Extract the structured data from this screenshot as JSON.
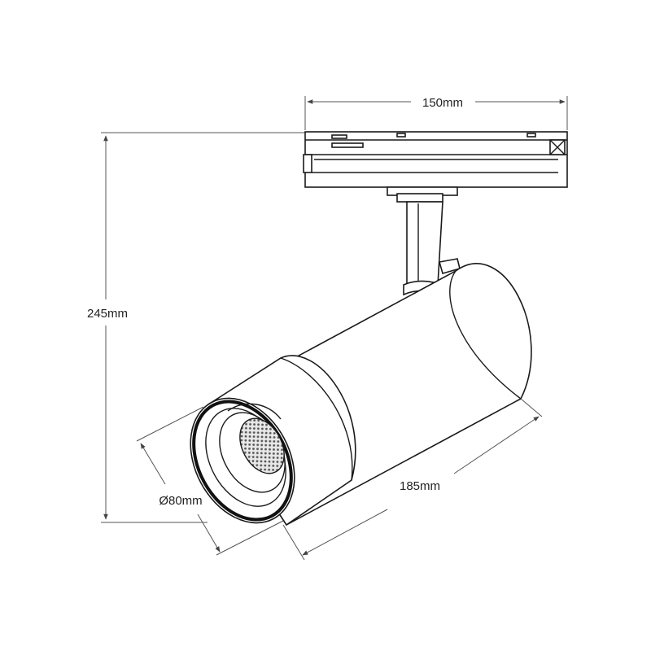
{
  "dimensions": {
    "width": "150mm",
    "height": "245mm",
    "length": "185mm",
    "diameter": "Ø80mm"
  },
  "colors": {
    "line": "#1a1a1a",
    "dimension_line": "#555555",
    "background": "#ffffff"
  }
}
